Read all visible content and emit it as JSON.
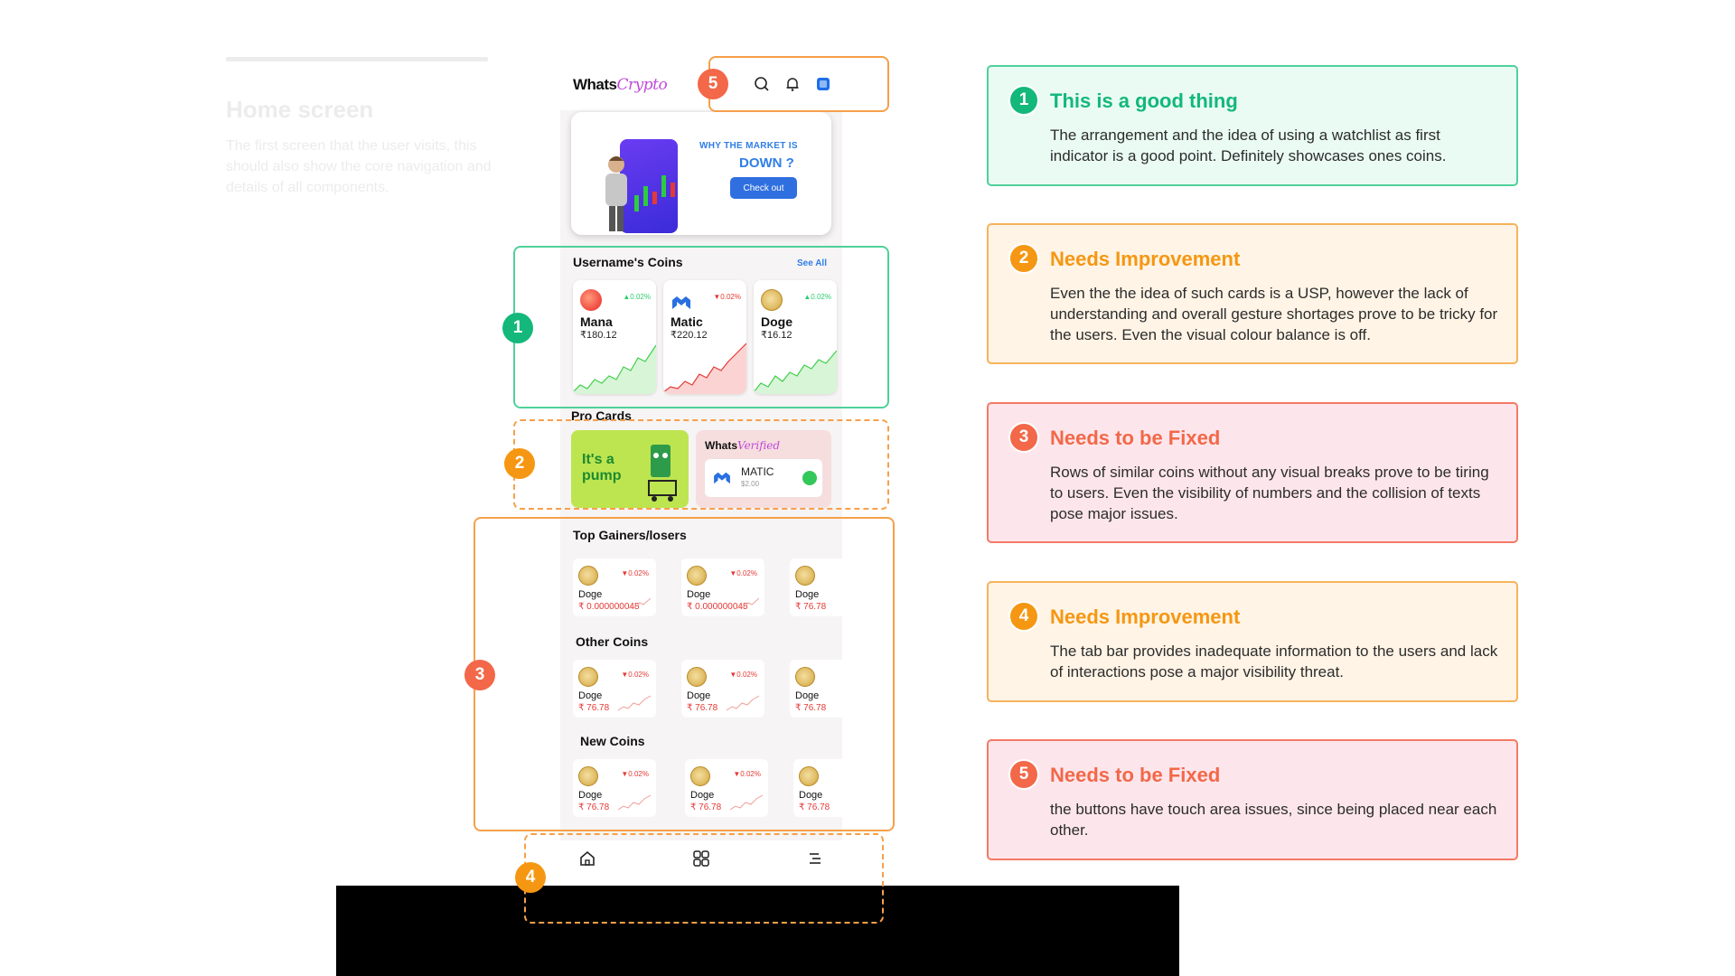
{
  "intro": {
    "title": "Home screen",
    "description": "The first screen that the user visits, this should also show the core navigation and details of all components."
  },
  "app": {
    "logo_main": "Whats",
    "logo_script": "Crypto",
    "header_icons": [
      "search-icon",
      "bell-icon",
      "profile-icon"
    ]
  },
  "banner": {
    "kicker": "WHY THE MARKET IS",
    "headline": "DOWN ?",
    "button": "Check out"
  },
  "watchlist": {
    "title": "Username's Coins",
    "see_all": "See All",
    "coins": [
      {
        "name": "Mana",
        "price": "₹180.12",
        "change": "▲0.02%",
        "trend": "up"
      },
      {
        "name": "Matic",
        "price": "₹220.12",
        "change": "▼0.02%",
        "trend": "down"
      },
      {
        "name": "Doge",
        "price": "₹16.12",
        "change": "▲0.02%",
        "trend": "up"
      }
    ]
  },
  "pro_cards": {
    "title": "Pro Cards",
    "pump_text": "It's a pump",
    "verified_main": "Whats",
    "verified_script": "Verified",
    "verified_coin": "MATIC",
    "verified_price": "$2.00"
  },
  "top_gainers": {
    "title": "Top Gainers/losers",
    "items": [
      {
        "name": "Doge",
        "price": "₹ 0.000000045",
        "change": "▼0.02%"
      },
      {
        "name": "Doge",
        "price": "₹ 0.000000045",
        "change": "▼0.02%"
      },
      {
        "name": "Doge",
        "price": "₹ 76.78",
        "change": ""
      }
    ]
  },
  "other_coins": {
    "title": "Other Coins",
    "items": [
      {
        "name": "Doge",
        "price": "₹ 76.78",
        "change": "▼0.02%"
      },
      {
        "name": "Doge",
        "price": "₹ 76.78",
        "change": "▼0.02%"
      },
      {
        "name": "Doge",
        "price": "₹ 76.78",
        "change": ""
      }
    ]
  },
  "new_coins": {
    "title": "New Coins",
    "items": [
      {
        "name": "Doge",
        "price": "₹ 76.78",
        "change": "▼0.02%"
      },
      {
        "name": "Doge",
        "price": "₹ 76.78",
        "change": "▼0.02%"
      },
      {
        "name": "Doge",
        "price": "₹ 76.78",
        "change": ""
      }
    ]
  },
  "tabbar": [
    "home-icon",
    "grid-icon",
    "menu-icon"
  ],
  "markers": [
    "1",
    "2",
    "3",
    "4",
    "5"
  ],
  "colors": {
    "green": "#13b87a",
    "orange": "#f59712",
    "red": "#f26849",
    "green_bg": "#eafbf4",
    "orange_bg": "#fff4e6",
    "red_bg": "#fde6eb"
  },
  "feedback": [
    {
      "num": "1",
      "title": "This is a good thing",
      "body": "The arrangement and the idea of using a watchlist as first indicator is a good point. Definitely showcases ones coins."
    },
    {
      "num": "2",
      "title": "Needs Improvement",
      "body": "Even the the idea of such cards is a USP, however the lack of understanding and overall gesture shortages prove to be tricky for the users. Even the visual colour balance is off."
    },
    {
      "num": "3",
      "title": "Needs to be Fixed",
      "body": "Rows of similar coins without any visual breaks prove to be tiring  to users. Even  the visibility of numbers and the collision of texts pose major issues."
    },
    {
      "num": "4",
      "title": "Needs Improvement",
      "body": "The tab bar provides inadequate information to the users and lack of interactions pose a major visibility threat."
    },
    {
      "num": "5",
      "title": "Needs to be Fixed",
      "body": "the buttons have touch area issues, since being placed near each other."
    }
  ]
}
